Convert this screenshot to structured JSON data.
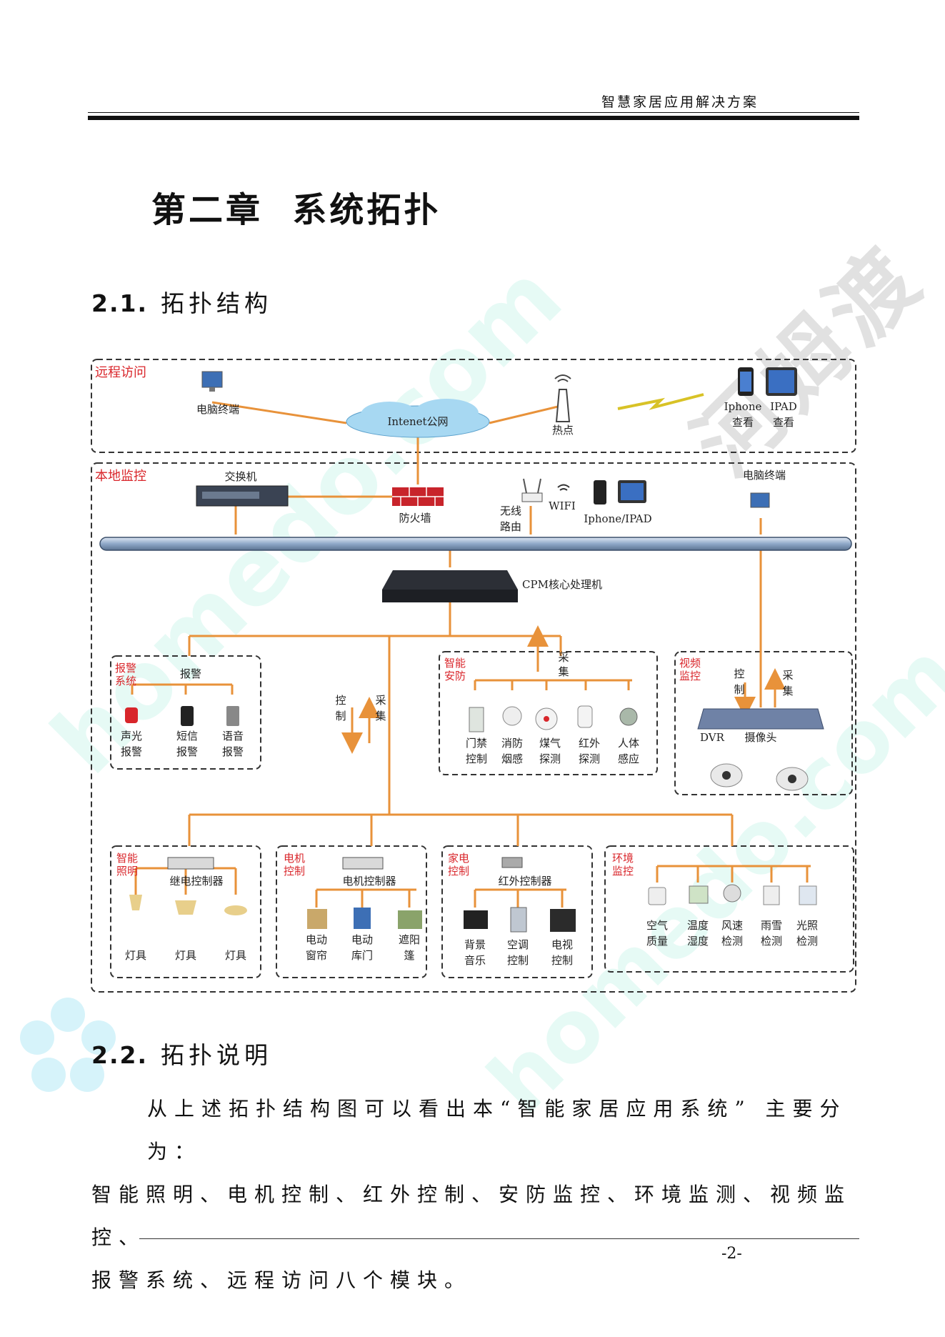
{
  "header": {
    "title": "智慧家居应用解决方案"
  },
  "chapter_title": "第二章  系统拓扑",
  "sections": [
    {
      "number": "2.1.",
      "title": "拓扑结构"
    },
    {
      "number": "2.2.",
      "title": "拓扑说明"
    }
  ],
  "paragraph": {
    "line1": "从上述拓扑结构图可以看出本“智能家居应用系统” 主要分为：",
    "line2": "智能照明、电机控制、红外控制、安防监控、环境监测、视频监控、",
    "line3": "报警系统、远程访问八个模块。"
  },
  "footer": {
    "page": "-2-"
  },
  "watermarks": {
    "brand": "河姆渡",
    "url": "homedo.com"
  },
  "diagram": {
    "remote": {
      "title": "远程访问",
      "pc": "电脑终端",
      "internet": "Intenet公网",
      "hotspot": "热点",
      "iphone_1": "Iphone",
      "iphone_2": "查看",
      "ipad_1": "IPAD",
      "ipad_2": "查看"
    },
    "local": {
      "title": "本地监控",
      "switch": "交换机",
      "firewall": "防火墙",
      "router_1": "无线",
      "router_2": "路由",
      "wifi": "WIFI",
      "devices": "Iphone/IPAD",
      "pc": "电脑终端",
      "cpm": "CPM核心处理机",
      "ctrl_1": "控",
      "ctrl_2": "制",
      "coll_1": "采",
      "coll_2": "集"
    },
    "alarm": {
      "title_1": "报警",
      "title_2": "系统",
      "label": "报警",
      "items": [
        {
          "l1": "声光",
          "l2": "报警"
        },
        {
          "l1": "短信",
          "l2": "报警"
        },
        {
          "l1": "语音",
          "l2": "报警"
        }
      ]
    },
    "security": {
      "title_1": "智能",
      "title_2": "安防",
      "collect_1": "采",
      "collect_2": "集",
      "items": [
        {
          "l1": "门禁",
          "l2": "控制"
        },
        {
          "l1": "消防",
          "l2": "烟感"
        },
        {
          "l1": "煤气",
          "l2": "探测"
        },
        {
          "l1": "红外",
          "l2": "探测"
        },
        {
          "l1": "人体",
          "l2": "感应"
        }
      ]
    },
    "video": {
      "title_1": "视频",
      "title_2": "监控",
      "ctrl_1": "控",
      "ctrl_2": "制",
      "coll_1": "采",
      "coll_2": "集",
      "dvr": "DVR",
      "camera": "摄像头"
    },
    "lighting": {
      "title_1": "智能",
      "title_2": "照明",
      "controller": "继电控制器",
      "items": [
        "灯具",
        "灯具",
        "灯具"
      ]
    },
    "motor": {
      "title_1": "电机",
      "title_2": "控制",
      "controller": "电机控制器",
      "items": [
        {
          "l1": "电动",
          "l2": "窗帘"
        },
        {
          "l1": "电动",
          "l2": "库门"
        },
        {
          "l1": "遮阳",
          "l2": "篷"
        }
      ]
    },
    "appliance": {
      "title_1": "家电",
      "title_2": "控制",
      "controller": "红外控制器",
      "items": [
        {
          "l1": "背景",
          "l2": "音乐"
        },
        {
          "l1": "空调",
          "l2": "控制"
        },
        {
          "l1": "电视",
          "l2": "控制"
        }
      ]
    },
    "environment": {
      "title_1": "环境",
      "title_2": "监控",
      "items": [
        {
          "l1": "空气",
          "l2": "质量"
        },
        {
          "l1": "温度",
          "l2": "湿度"
        },
        {
          "l1": "风速",
          "l2": "检测"
        },
        {
          "l1": "雨雪",
          "l2": "检测"
        },
        {
          "l1": "光照",
          "l2": "检测"
        }
      ]
    },
    "colors": {
      "line": "#e8923a",
      "box_title": "#d9262b",
      "dash": "#333333"
    }
  }
}
